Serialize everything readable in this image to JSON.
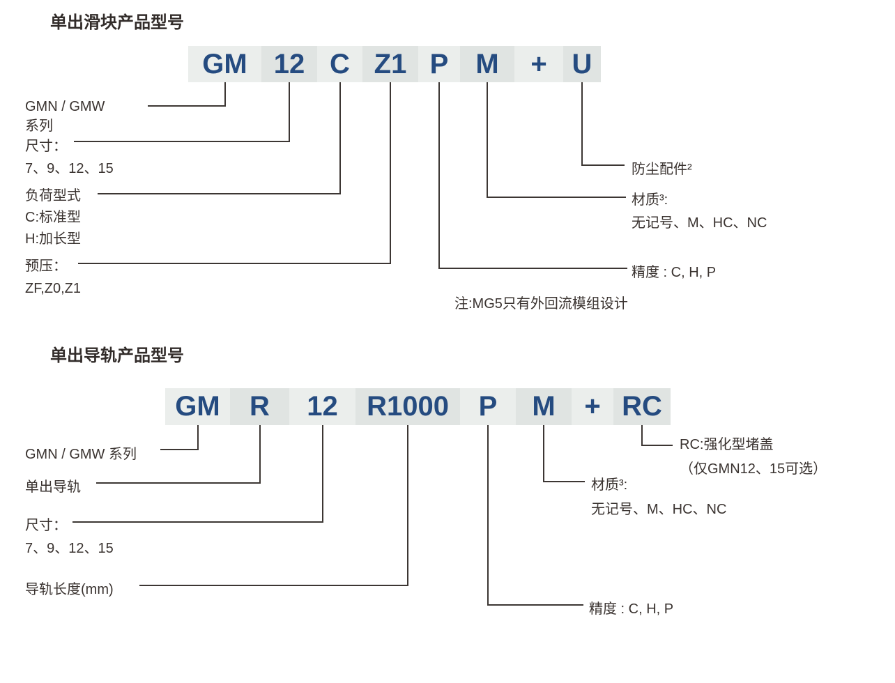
{
  "colors": {
    "block_light": "#ebeeec",
    "block_dark": "#e0e4e2",
    "code_text": "#254b80",
    "label_text": "#3a3330",
    "line": "#3c3633"
  },
  "diagram1": {
    "title": "单出滑块产品型号",
    "blocks": [
      "GM",
      "12",
      "C",
      "Z1",
      "P",
      "M",
      "+",
      "U"
    ],
    "labels": {
      "series_line1": "GMN / GMW",
      "series_line2": "系列",
      "size_line1": "尺寸：",
      "size_line2": "7、9、12、15",
      "load_line1": "负荷型式",
      "load_line2": "C:标准型",
      "load_line3": "H:加长型",
      "preload_line1": "预压：",
      "preload_line2": "ZF,Z0,Z1",
      "dust": "防尘配件²",
      "material_line1": "材质³:",
      "material_line2": "无记号、M、HC、NC",
      "precision": "精度 : C, H, P"
    },
    "note": "注:MG5只有外回流模组设计"
  },
  "diagram2": {
    "title": "单出导轨产品型号",
    "blocks": [
      "GM",
      "R",
      "12",
      "R1000",
      "P",
      "M",
      "+",
      "RC"
    ],
    "labels": {
      "series": "GMN / GMW 系列",
      "rail": "单出导轨",
      "size_line1": "尺寸：",
      "size_line2": "7、9、12、15",
      "length": "导轨长度(mm)",
      "rc_line1": "RC:强化型堵盖",
      "rc_line2": "（仅GMN12、15可选）",
      "material_line1": "材质³:",
      "material_line2": "无记号、M、HC、NC",
      "precision": "精度 : C, H, P"
    }
  }
}
